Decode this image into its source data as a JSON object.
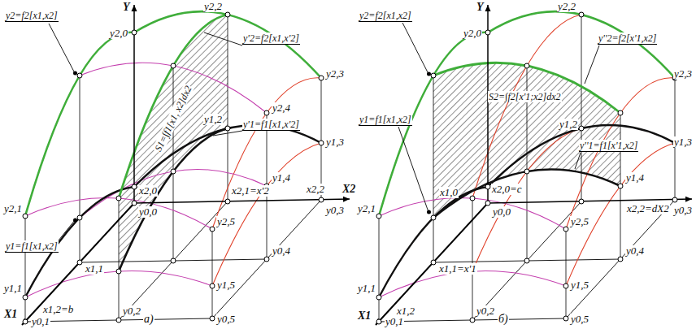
{
  "diagram": {
    "labels": [
      "Y",
      "y2=f2[x1,x2]",
      "y2,0",
      "y2,2",
      "y'2=f2[x1,x'2]",
      "y2,3",
      "y2,4",
      "S1=∫f1[x1, x2]dx2",
      "y'1=f1[x1,x'2]",
      "y1,2",
      "y1,3",
      "y1,4",
      "y2,5",
      "y2,1",
      "x2,0",
      "x2,1=x'2",
      "x2,2",
      "X2",
      "y0,0",
      "y0,3",
      "y1=f1[x1,x2]",
      "y1,1",
      "x1,1",
      "y1,5",
      "y0,4",
      "y0,2",
      "x1,2=b",
      "X1",
      "y0,1",
      "y0,5",
      "a)",
      "Y",
      "y2=f2[x1,x2]",
      "y2,0",
      "y2,2",
      "y''2=f2[x'1,x2]",
      "S2=∫f2[x'1;x2]dx2",
      "y2,3",
      "y1=f1[x1,x2]",
      "y1,2",
      "y''1=f1[x'1,x2]",
      "y1,3",
      "y2,1",
      "x1,0",
      "x2,0=c",
      "y2,5",
      "y1,4",
      "x2,2=dX2",
      "y0,0",
      "y0,3",
      "y1,1",
      "x1,1=x'1",
      "y1,5",
      "y0,4",
      "y0,2",
      "x1,2",
      "X1",
      "y0,1",
      "y0,5",
      "б)"
    ]
  }
}
